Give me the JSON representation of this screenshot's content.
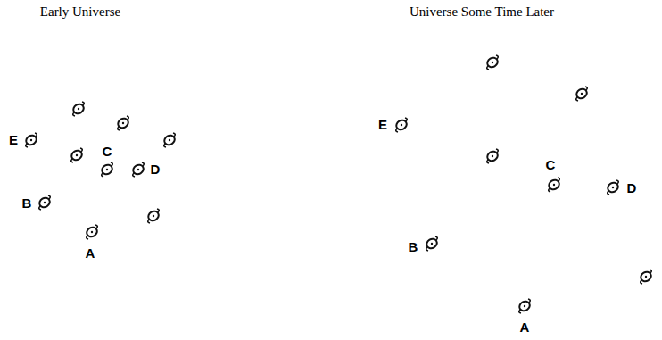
{
  "diagram": {
    "labels": [
      "Early Universe",
      "Universe Some Time Later",
      "E",
      "C",
      "D",
      "B",
      "A",
      "E",
      "C",
      "D",
      "B",
      "A"
    ]
  }
}
